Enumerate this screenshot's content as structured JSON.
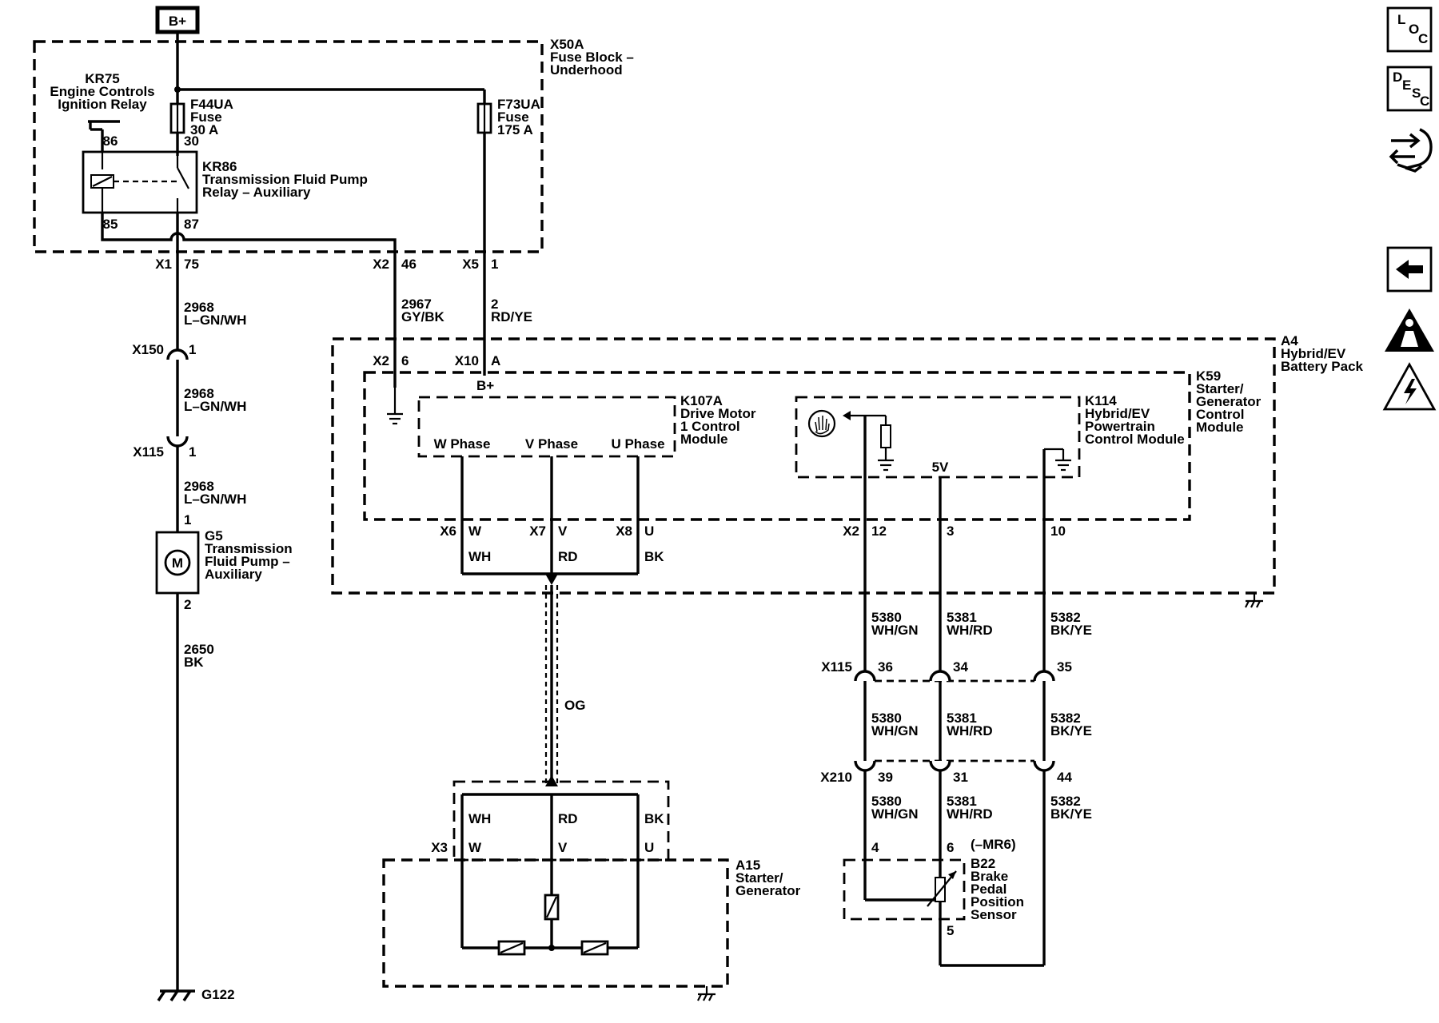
{
  "source": {
    "label": "B+"
  },
  "nav_icons": {
    "loc": {
      "letters": [
        "L",
        "O",
        "C"
      ]
    },
    "desc": {
      "letters": [
        "D",
        "E",
        "S",
        "C"
      ]
    },
    "connector_icon": "connector-hand-icon",
    "back_icon": "back-arrow-icon",
    "caution_icon": "caution-triangle-icon",
    "warning_icon": "high-voltage-warning-icon"
  },
  "fuse_block": {
    "name": "X50A",
    "desc1": "Fuse Block –",
    "desc2": "Underhood",
    "f44": {
      "id": "F44UA",
      "type": "Fuse",
      "rating": "30 A"
    },
    "f73": {
      "id": "F73UA",
      "type": "Fuse",
      "rating": "175 A"
    },
    "kr75": {
      "id": "KR75",
      "desc1": "Engine Controls",
      "desc2": "Ignition Relay"
    },
    "kr86": {
      "id": "KR86",
      "desc1": "Transmission Fluid Pump",
      "desc2": "Relay – Auxiliary"
    },
    "pins": {
      "p86": "86",
      "p30": "30",
      "p85": "85",
      "p87": "87"
    }
  },
  "connectors": {
    "x1": "X1",
    "x1_pin": "75",
    "x2": "X2",
    "x2_pin": "46",
    "x5": "X5",
    "x5_pin": "1",
    "x150": "X150",
    "x150_pin": "1",
    "x115_left": "X115",
    "x115_left_pin": "1",
    "x115": "X115",
    "x115_pins": [
      "36",
      "34",
      "35"
    ],
    "x210": "X210",
    "x210_pins": [
      "39",
      "31",
      "44"
    ]
  },
  "wires": {
    "w2968_a": {
      "circuit": "2968",
      "color": "L–GN/WH"
    },
    "w2968_b": {
      "circuit": "2968",
      "color": "L–GN/WH"
    },
    "w2968_c": {
      "circuit": "2968",
      "color": "L–GN/WH"
    },
    "w2967": {
      "circuit": "2967",
      "color": "GY/BK"
    },
    "w2": {
      "circuit": "2",
      "color": "RD/YE"
    },
    "w2650": {
      "circuit": "2650",
      "color": "BK"
    },
    "og": "OG",
    "w5380": {
      "circuit": "5380",
      "color": "WH/GN"
    },
    "w5381": {
      "circuit": "5381",
      "color": "WH/RD"
    },
    "w5382": {
      "circuit": "5382",
      "color": "BK/YE"
    }
  },
  "g5": {
    "id": "G5",
    "desc1": "Transmission",
    "desc2": "Fluid Pump –",
    "desc3": "Auxiliary",
    "motor": "M",
    "pin1": "1",
    "pin2": "2"
  },
  "ground": {
    "id": "G122"
  },
  "battery_pack": {
    "id": "A4",
    "desc1": "Hybrid/EV",
    "desc2": "Battery Pack"
  },
  "k59": {
    "id": "K59",
    "desc1": "Starter/",
    "desc2": "Generator",
    "desc3": "Control",
    "desc4": "Module",
    "x2": "X2",
    "x2_pin": "6",
    "x10": "X10",
    "x10_pin": "A",
    "bplus": "B+"
  },
  "k107a": {
    "id": "K107A",
    "desc1": "Drive Motor",
    "desc2": "1 Control",
    "desc3": "Module",
    "w_phase": "W Phase",
    "v_phase": "V Phase",
    "u_phase": "U Phase"
  },
  "phase_out": {
    "x6": "X6",
    "x6_pin": "W",
    "x6_color": "WH",
    "x7": "X7",
    "x7_pin": "V",
    "x7_color": "RD",
    "x8": "X8",
    "x8_pin": "U",
    "x8_color": "BK"
  },
  "k114": {
    "id": "K114",
    "desc1": "Hybrid/EV",
    "desc2": "Powertrain",
    "desc3": "Control Module",
    "v5": "5V",
    "x2": "X2",
    "pins": [
      "12",
      "3",
      "10"
    ]
  },
  "a15": {
    "id": "A15",
    "desc1": "Starter/",
    "desc2": "Generator",
    "colors": [
      "WH",
      "RD",
      "BK"
    ],
    "x3": "X3",
    "pins": [
      "W",
      "V",
      "U"
    ]
  },
  "b22": {
    "option": "(–MR6)",
    "id": "B22",
    "desc1": "Brake",
    "desc2": "Pedal",
    "desc3": "Position",
    "desc4": "Sensor",
    "pin4": "4",
    "pin6": "6",
    "pin5": "5"
  }
}
